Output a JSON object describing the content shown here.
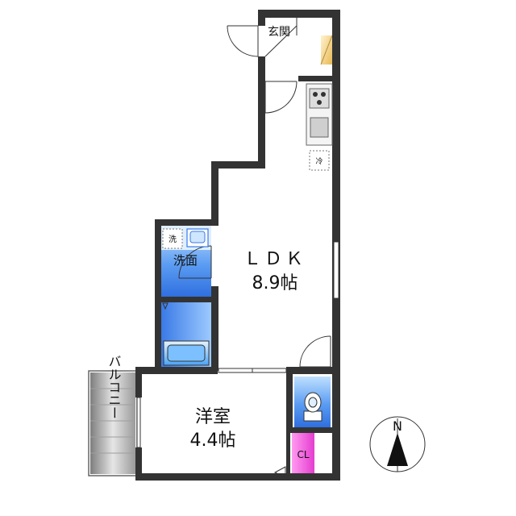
{
  "rooms": {
    "entrance": "玄関",
    "ldk_name": "ＬＤＫ",
    "ldk_size": "8.9帖",
    "washroom": "洗面",
    "washer": "洗",
    "fridge": "冷",
    "bedroom_name": "洋室",
    "bedroom_size": "4.4帖",
    "closet": "CL",
    "balcony": "バルコニー"
  },
  "compass": {
    "label": "N"
  },
  "colors": {
    "wall": "#333333",
    "bath": "#4f8ef0",
    "bath_light": "#8fc1ff",
    "closet": "#f04fd8",
    "balcony_dark": "#8a8a8a",
    "balcony_light": "#d9d9d9",
    "shoebox": "#f3d28b"
  }
}
